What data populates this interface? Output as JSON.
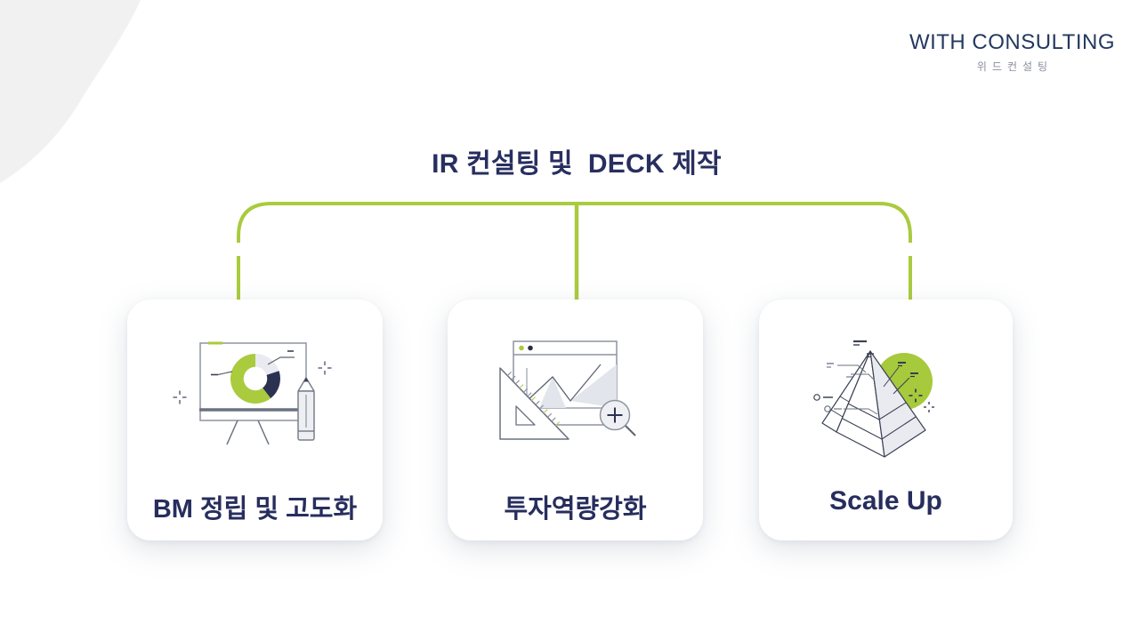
{
  "logo": {
    "title": "WITH CONSULTING",
    "subtitle": "위드컨설팅"
  },
  "diagram": {
    "title": "IR 컨설팅 및  DECK 제작",
    "cards": [
      {
        "label": "BM 정립 및 고도화",
        "icon": "presentation-board-donut-chart-icon"
      },
      {
        "label": "투자역량강화",
        "icon": "browser-chart-magnifier-icon"
      },
      {
        "label": "Scale Up",
        "icon": "pyramid-growth-icon"
      }
    ]
  },
  "colors": {
    "accent_green": "#a9cb3d",
    "title_navy": "#282f5f",
    "label_navy": "#272e5d",
    "logo_navy": "#24395e",
    "logo_subtitle_gray": "#8a909b",
    "corner_shape_gray": "#f1f1f2",
    "illustration_dark": "#2b3150",
    "illustration_gray": "#8e94a0",
    "illustration_light_fill": "#e9ebf0"
  }
}
